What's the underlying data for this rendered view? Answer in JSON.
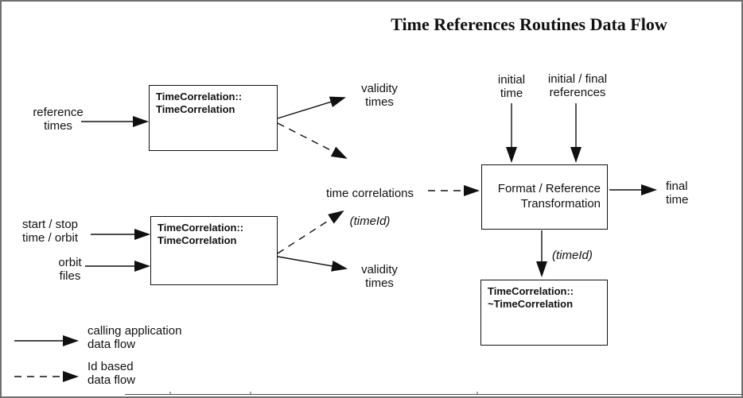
{
  "title": "Time References Routines Data Flow",
  "boxes": {
    "tc_top": {
      "text": "TimeCorrelation::\nTimeCorrelation"
    },
    "tc_bottom": {
      "text": "TimeCorrelation::\nTimeCorrelation"
    },
    "format": {
      "text": "Format / Reference\nTransformation"
    },
    "tc_dtor": {
      "text": "TimeCorrelation::\n~TimeCorrelation"
    }
  },
  "labels": {
    "reference_times": "reference\ntimes",
    "validity_times_top": "validity\ntimes",
    "time_correlations": "time correlations",
    "time_correlations_param": "(timeId)",
    "initial_time": "initial\ntime",
    "initial_final_references": "initial / final\nreferences",
    "final_time": "final\ntime",
    "timeid_param": "(timeId)",
    "start_stop_time_orbit": "start / stop\ntime / orbit",
    "orbit_files": "orbit\nfiles",
    "validity_times_bottom": "validity\ntimes"
  },
  "legend": {
    "solid_flow": "calling application\ndata flow",
    "dashed_flow": "Id based\ndata flow"
  },
  "colors": {
    "ink": "#111111",
    "frame": "#707070",
    "background": "#ffffff"
  }
}
